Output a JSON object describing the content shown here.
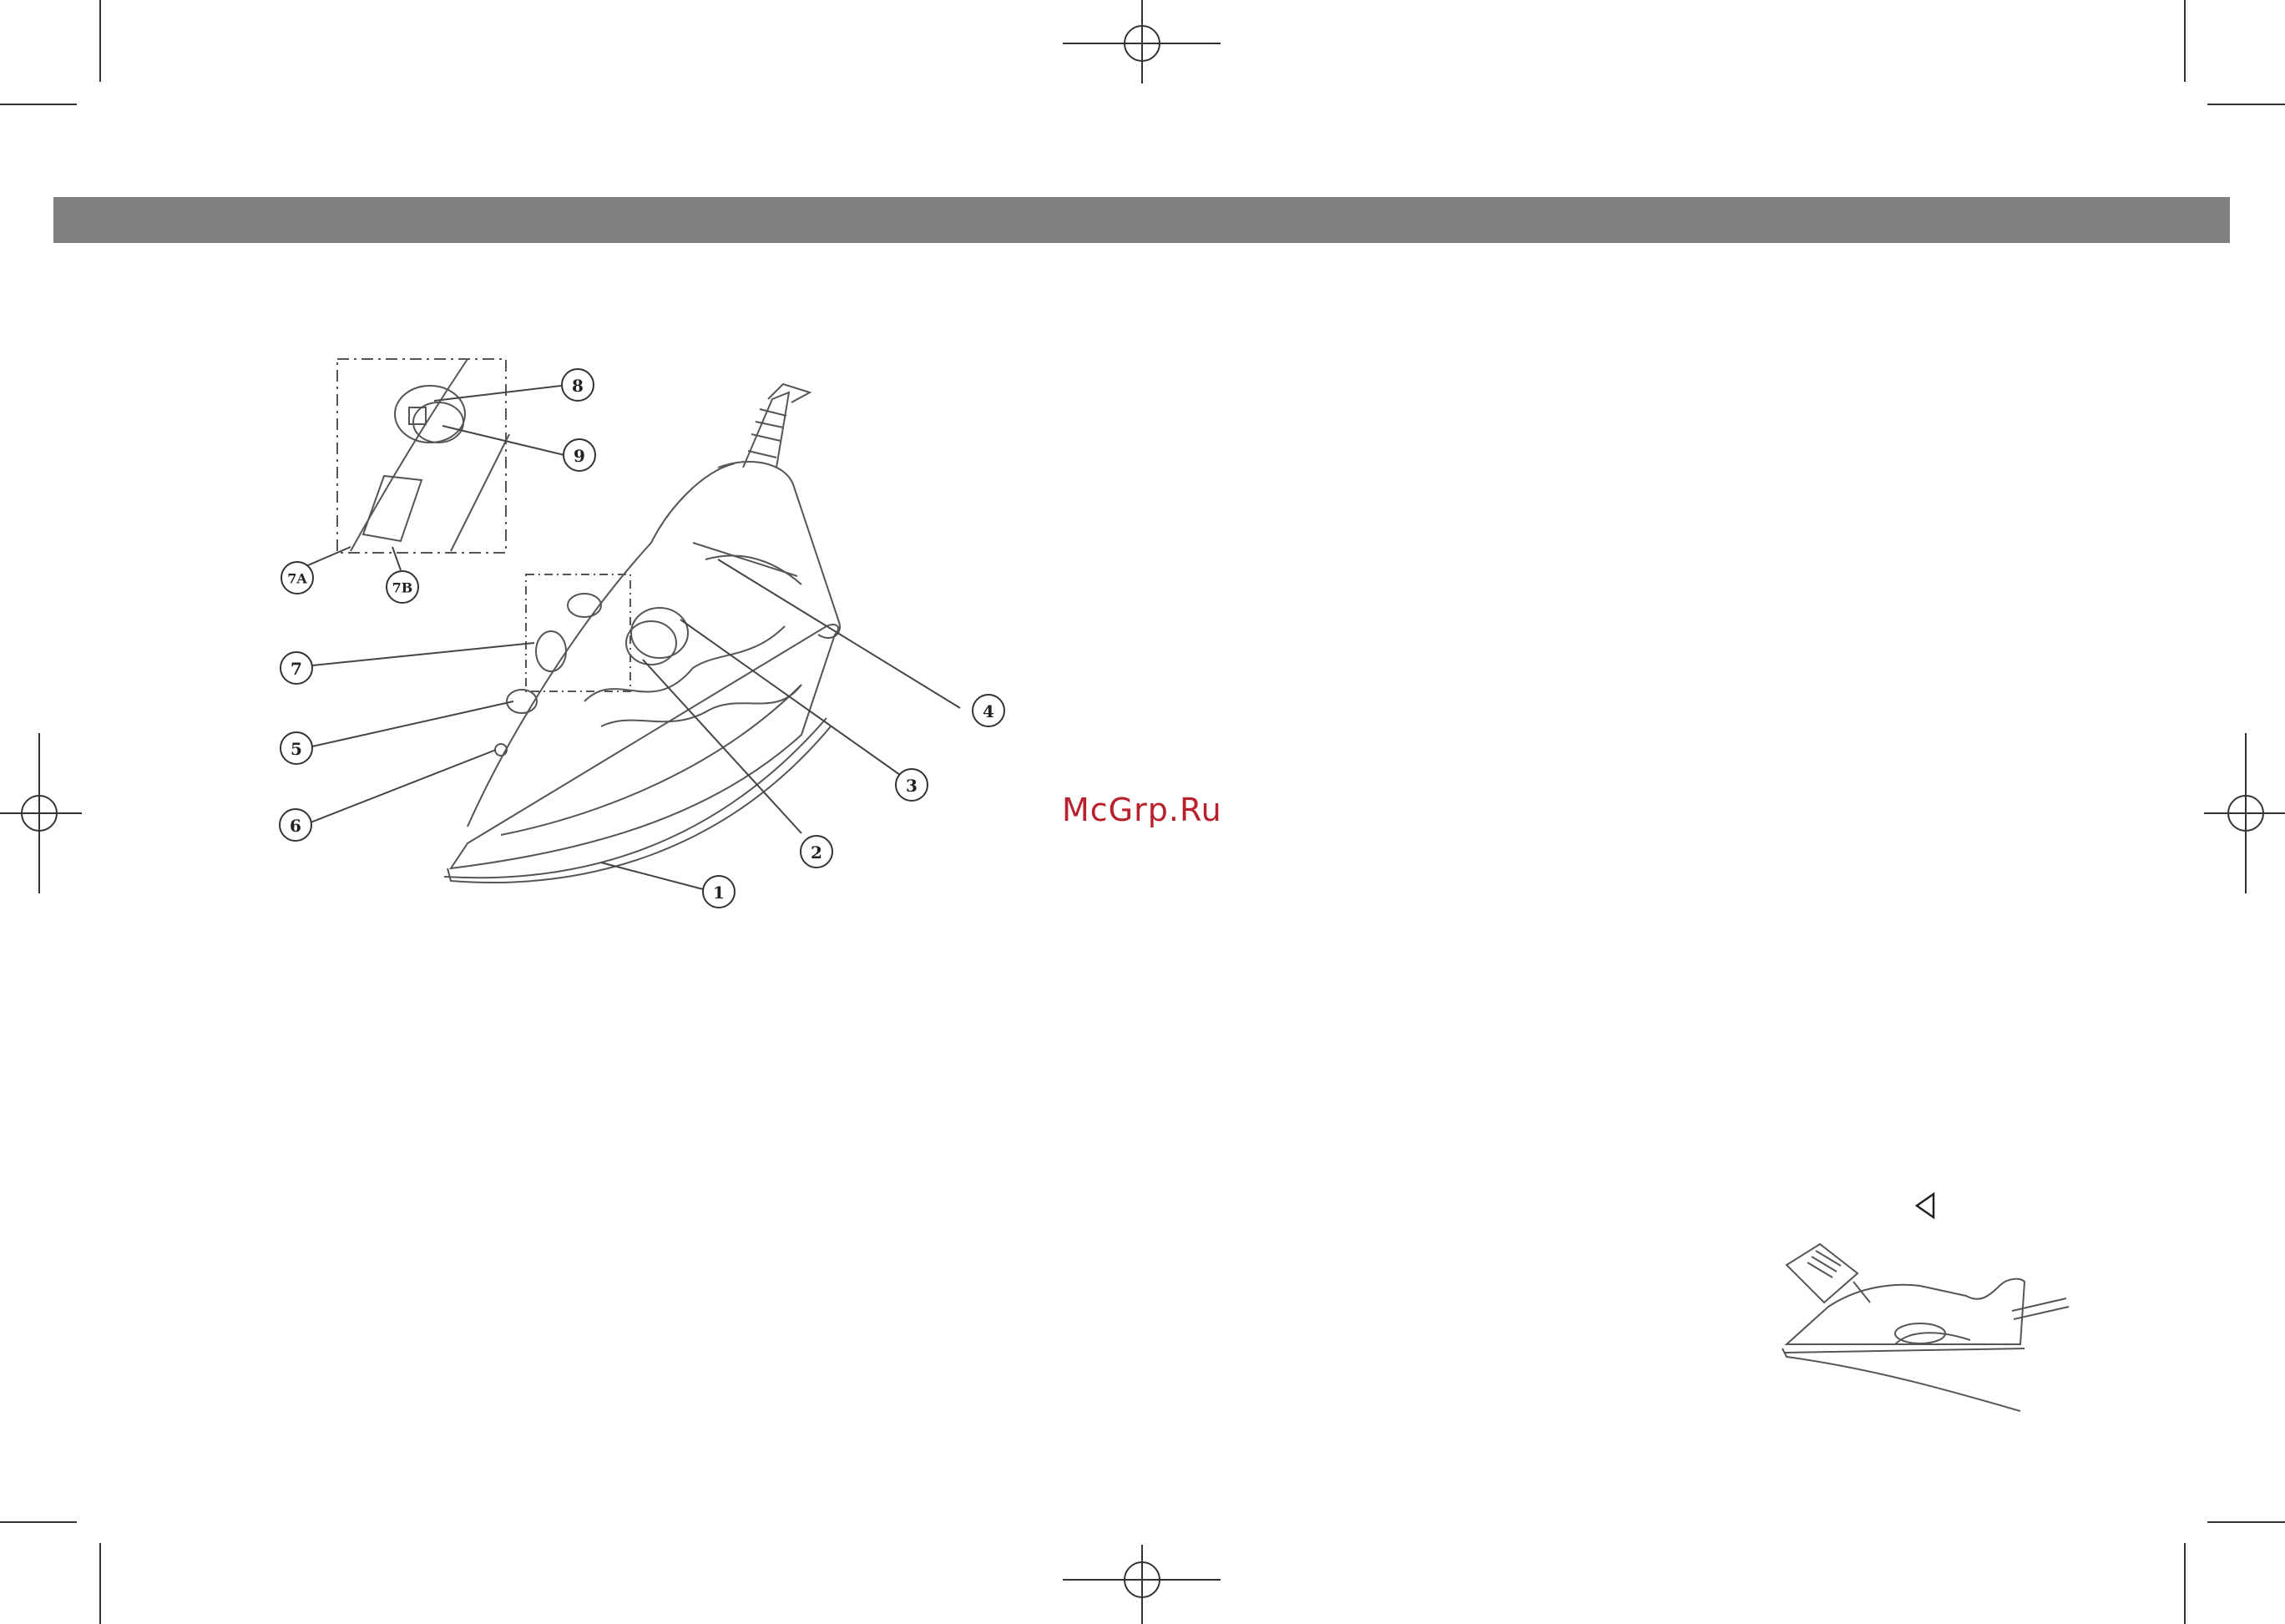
{
  "page": {
    "header_bar_color": "#808080",
    "watermark": "McGrp.Ru",
    "watermark_color": "#b8202c"
  },
  "diagram": {
    "callouts": [
      {
        "id": "1",
        "label": "1"
      },
      {
        "id": "2",
        "label": "2"
      },
      {
        "id": "3",
        "label": "3"
      },
      {
        "id": "4",
        "label": "4"
      },
      {
        "id": "5",
        "label": "5"
      },
      {
        "id": "6",
        "label": "6"
      },
      {
        "id": "7",
        "label": "7"
      },
      {
        "id": "7A",
        "label": "7A"
      },
      {
        "id": "7B",
        "label": "7B"
      },
      {
        "id": "8",
        "label": "8"
      },
      {
        "id": "9",
        "label": "9"
      }
    ]
  },
  "icons": {
    "registration_mark": "crosshair-registration-icon",
    "arrow_hint": "triangle-left-icon"
  }
}
